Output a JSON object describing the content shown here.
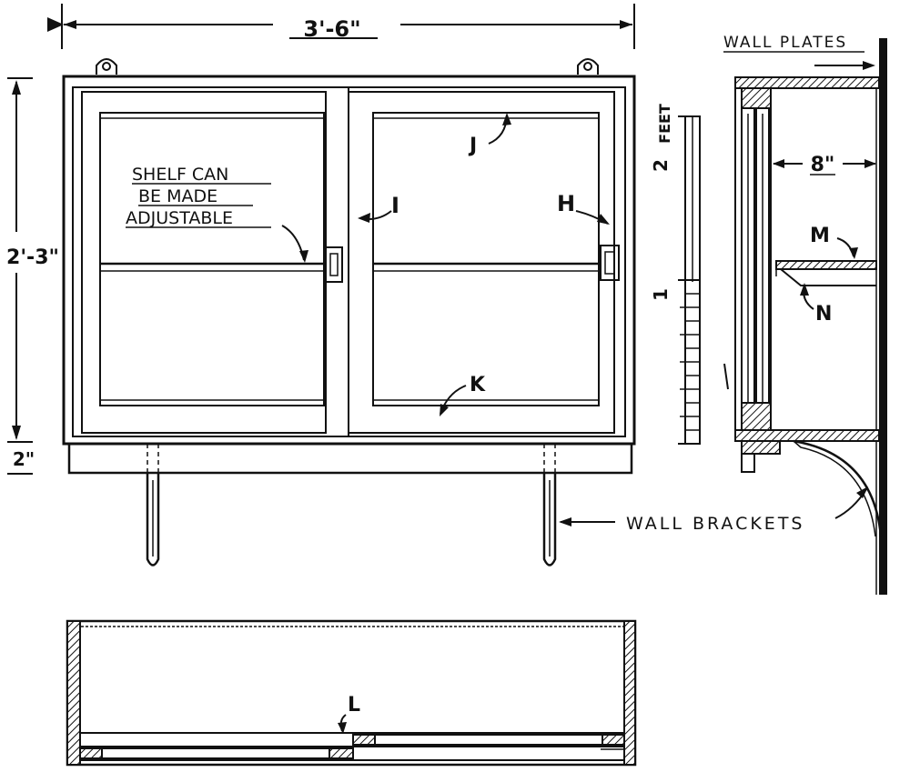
{
  "dimensions": {
    "overall_width": "3'-6\"",
    "overall_height": "2'-3\"",
    "bottom_rail": "2\"",
    "depth": "8\""
  },
  "notes": {
    "shelf_line1": "SHELF CAN",
    "shelf_line2": "BE MADE",
    "shelf_line3": "ADJUSTABLE",
    "wall_plates": "WALL PLATES",
    "wall_brackets": "WALL BRACKETS"
  },
  "parts": {
    "h": "H",
    "i": "I",
    "j": "J",
    "k": "K",
    "l": "L",
    "m": "M",
    "n": "N"
  },
  "scale": {
    "unit": "FEET",
    "mark_2": "2",
    "mark_1": "1"
  }
}
